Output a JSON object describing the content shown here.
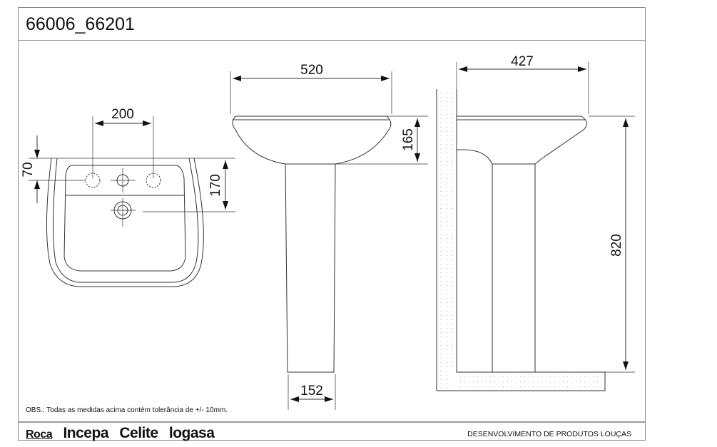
{
  "title": "66006_66201",
  "dimensions": {
    "faucet_spacing": "200",
    "faucet_offset": "70",
    "drain_offset": "170",
    "basin_width": "520",
    "basin_height": "165",
    "pedestal_width": "152",
    "basin_depth": "427",
    "install_height": "820"
  },
  "footer": {
    "note": "OBS.: Todas as medidas acima contém tolerância de +/- 10mm.",
    "brands": [
      "Roca",
      "Incepa",
      "Celite",
      "logasa"
    ],
    "department": "DESENVOLVIMENTO DE  PRODUTOS LOUÇAS"
  }
}
